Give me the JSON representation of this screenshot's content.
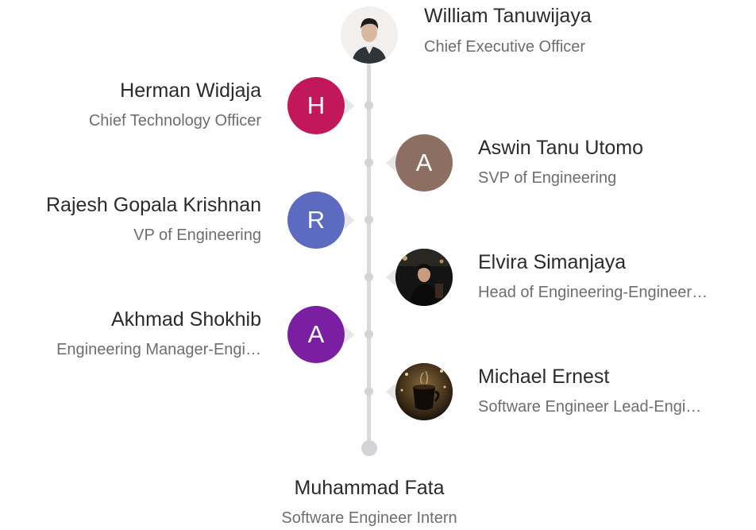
{
  "people": {
    "ceo": {
      "name": "William Tanuwijaya",
      "title": "Chief Executive Officer",
      "avatar": "photo"
    },
    "cto": {
      "name": "Herman Widjaja",
      "title": "Chief Technology Officer",
      "initial": "H",
      "color": "#c2185b"
    },
    "svp": {
      "name": "Aswin Tanu Utomo",
      "title": "SVP of Engineering",
      "initial": "A",
      "color": "#8d6e63"
    },
    "vp": {
      "name": "Rajesh Gopala Krishnan",
      "title": "VP of Engineering",
      "initial": "R",
      "color": "#5c6bc0"
    },
    "head": {
      "name": "Elvira Simanjaya",
      "title": "Head of Engineering-Engineer…",
      "avatar": "photo"
    },
    "em": {
      "name": "Akhmad Shokhib",
      "title": "Engineering Manager-Engi…",
      "initial": "A",
      "color": "#7b1fa2"
    },
    "lead": {
      "name": "Michael Ernest",
      "title": "Software Engineer Lead-Engi…",
      "avatar": "photo"
    },
    "intern": {
      "name": "Muhammad Fata",
      "title": "Software Engineer Intern"
    }
  }
}
